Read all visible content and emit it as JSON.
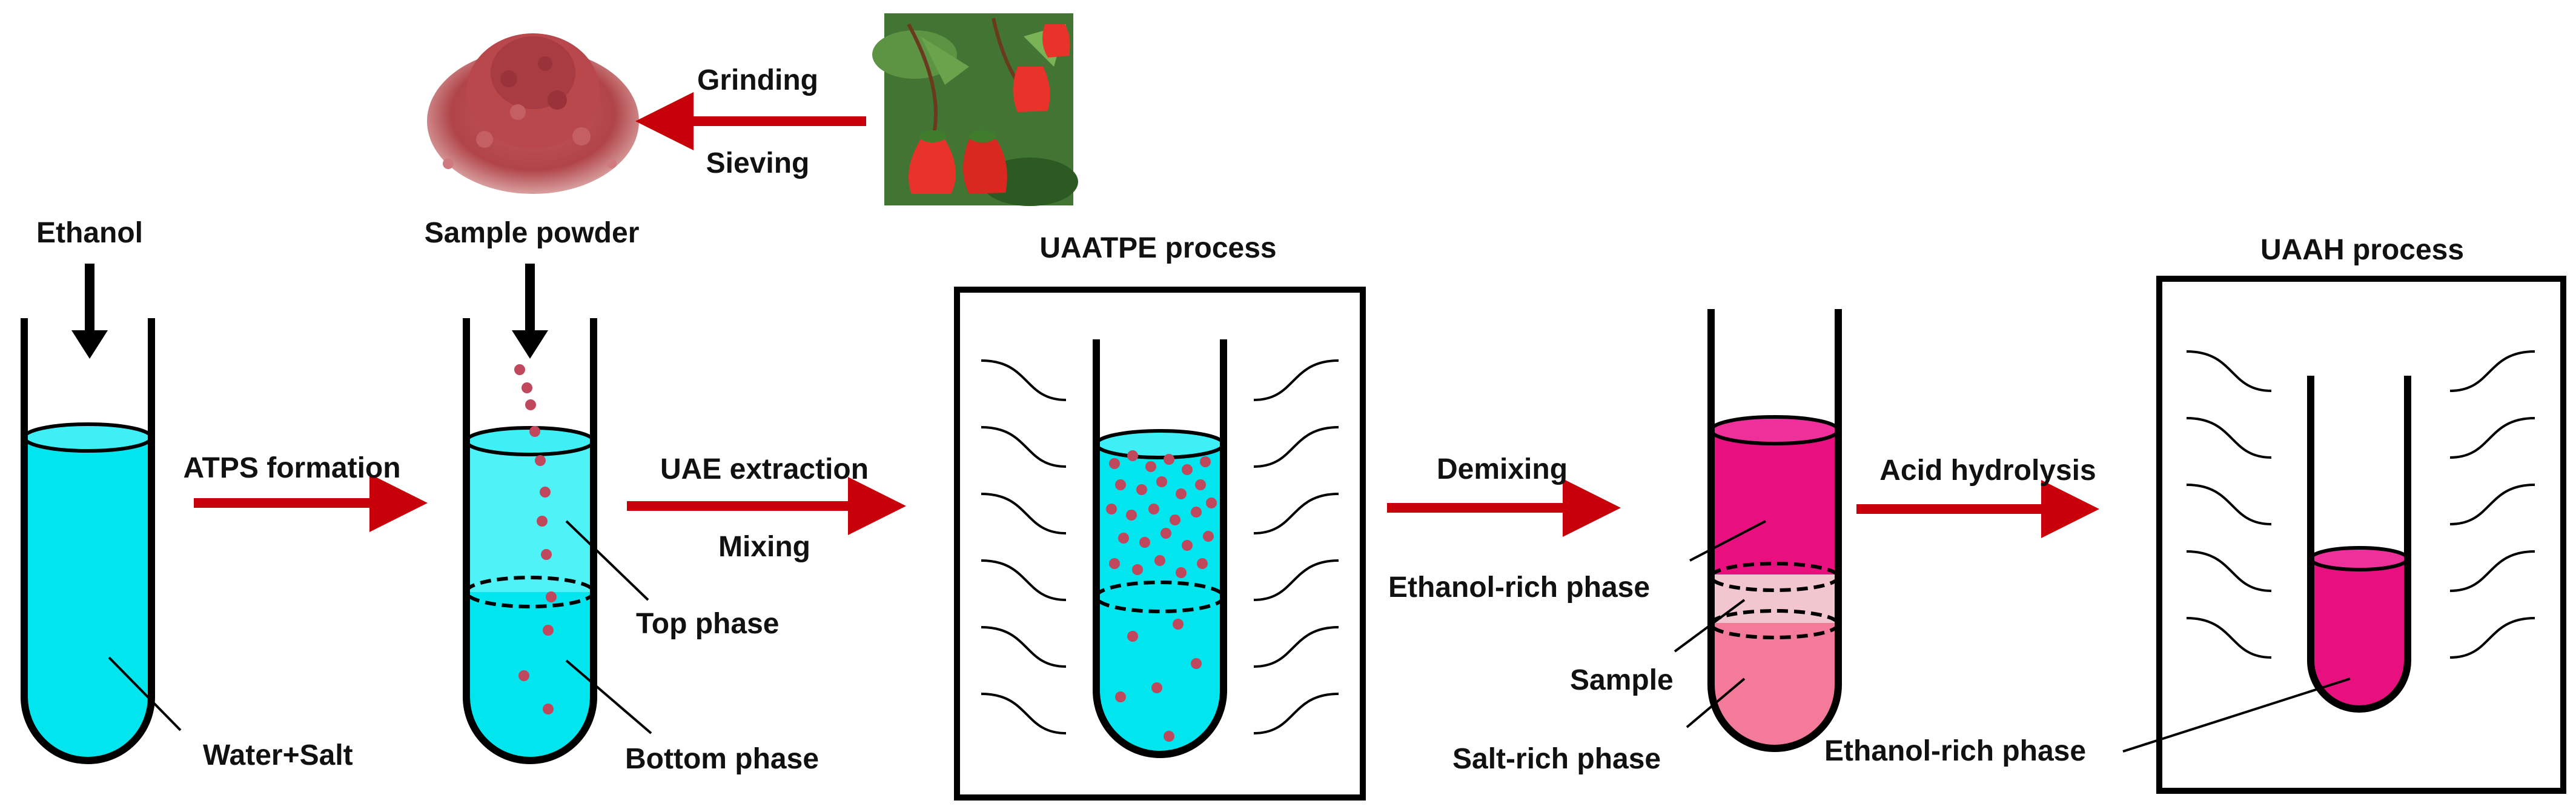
{
  "labels": {
    "grinding": "Grinding",
    "sieving": "Sieving",
    "ethanol": "Ethanol",
    "sample_powder": "Sample powder",
    "atps_formation": "ATPS formation",
    "water_salt": "Water+Salt",
    "uae_extraction": "UAE extraction",
    "mixing": "Mixing",
    "top_phase": "Top phase",
    "bottom_phase": "Bottom phase",
    "uaatpe_process": "UAATPE process",
    "demixing": "Demixing",
    "ethanol_rich_phase_1": "Ethanol-rich phase",
    "sample": "Sample",
    "salt_rich_phase": "Salt-rich phase",
    "acid_hydrolysis": "Acid hydrolysis",
    "uaah_process": "UAAH process",
    "ethanol_rich_phase_2": "Ethanol-rich phase"
  },
  "colors": {
    "arrow_red": "#c8000a",
    "cyan_liquid": "#00e5ee",
    "magenta_liquid": "#e8107f",
    "pink_liquid": "#f47a9a",
    "particle": "#c0485c",
    "powder": "#b84a4f",
    "flower_red": "#e8332a",
    "leaf_green": "#2f7a2a"
  },
  "icons": [
    "powder-image",
    "flower-image",
    "ultrasound-wave-icon",
    "test-tube-icon"
  ]
}
